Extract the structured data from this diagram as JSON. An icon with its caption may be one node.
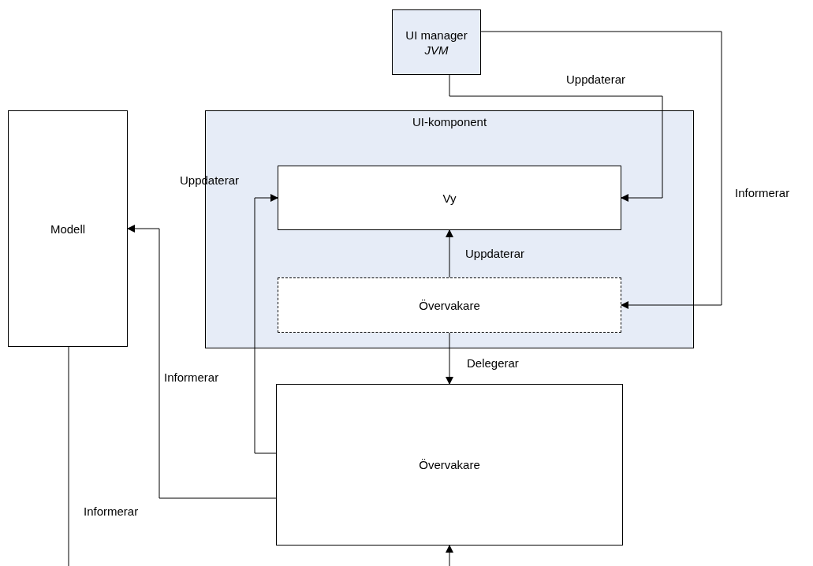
{
  "diagram": {
    "nodes": [
      {
        "text": [
          "UI manager",
          "JVM"
        ]
      },
      {
        "text": [
          "Modell"
        ]
      },
      {
        "text": [
          "UI-komponent"
        ]
      },
      {
        "text": [
          "Vy"
        ],
        "in": 2
      },
      {
        "text": [
          "Övervakare"
        ],
        "in": 2
      },
      {
        "text": [
          "Övervakare"
        ]
      }
    ],
    "edges": [
      {
        "from": 0,
        "to": 3,
        "arrow": "to",
        "label": "Uppdaterar"
      },
      {
        "from": 0,
        "to": 4,
        "arrow": "to",
        "label": "Informerar"
      },
      {
        "from": 4,
        "to": 3,
        "arrow": "to",
        "label": "Uppdaterar"
      },
      {
        "from": 4,
        "to": 5,
        "arrow": "to",
        "label": "Delegerar"
      },
      {
        "from": 5,
        "to": 3,
        "arrow": "to",
        "label": "Uppdaterar"
      },
      {
        "from": 5,
        "to": 1,
        "arrow": "to",
        "label": "Informerar"
      },
      {
        "from": 1,
        "to": null,
        "arrow": "none",
        "label": "Informerar"
      },
      {
        "from": null,
        "to": 5,
        "arrow": "to"
      }
    ]
  }
}
